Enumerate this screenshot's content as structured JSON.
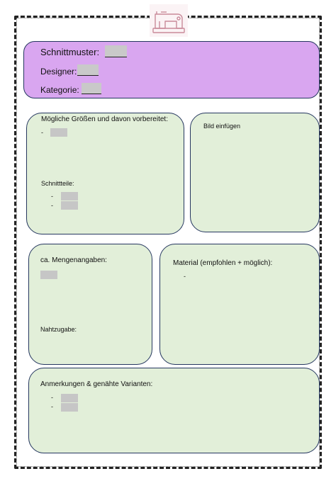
{
  "header": {
    "pattern_label": "Schnittmuster:",
    "designer_label": "Designer:",
    "category_label": "Kategorie:"
  },
  "sizes": {
    "title": "Mögliche Größen und davon vorbereitet:",
    "bullet": "-",
    "pieces_label": "Schnittteile:",
    "piece_bullets": [
      "-",
      "-"
    ]
  },
  "image": {
    "title": "Bild einfügen"
  },
  "amounts": {
    "title": "ca. Mengenangaben:",
    "seam_label": "Nahtzugabe:"
  },
  "material": {
    "title": "Material (empfohlen + möglich):",
    "bullet": "-"
  },
  "notes": {
    "title": "Anmerkungen & genähte Varianten:",
    "bullets": [
      "-",
      "-"
    ]
  }
}
